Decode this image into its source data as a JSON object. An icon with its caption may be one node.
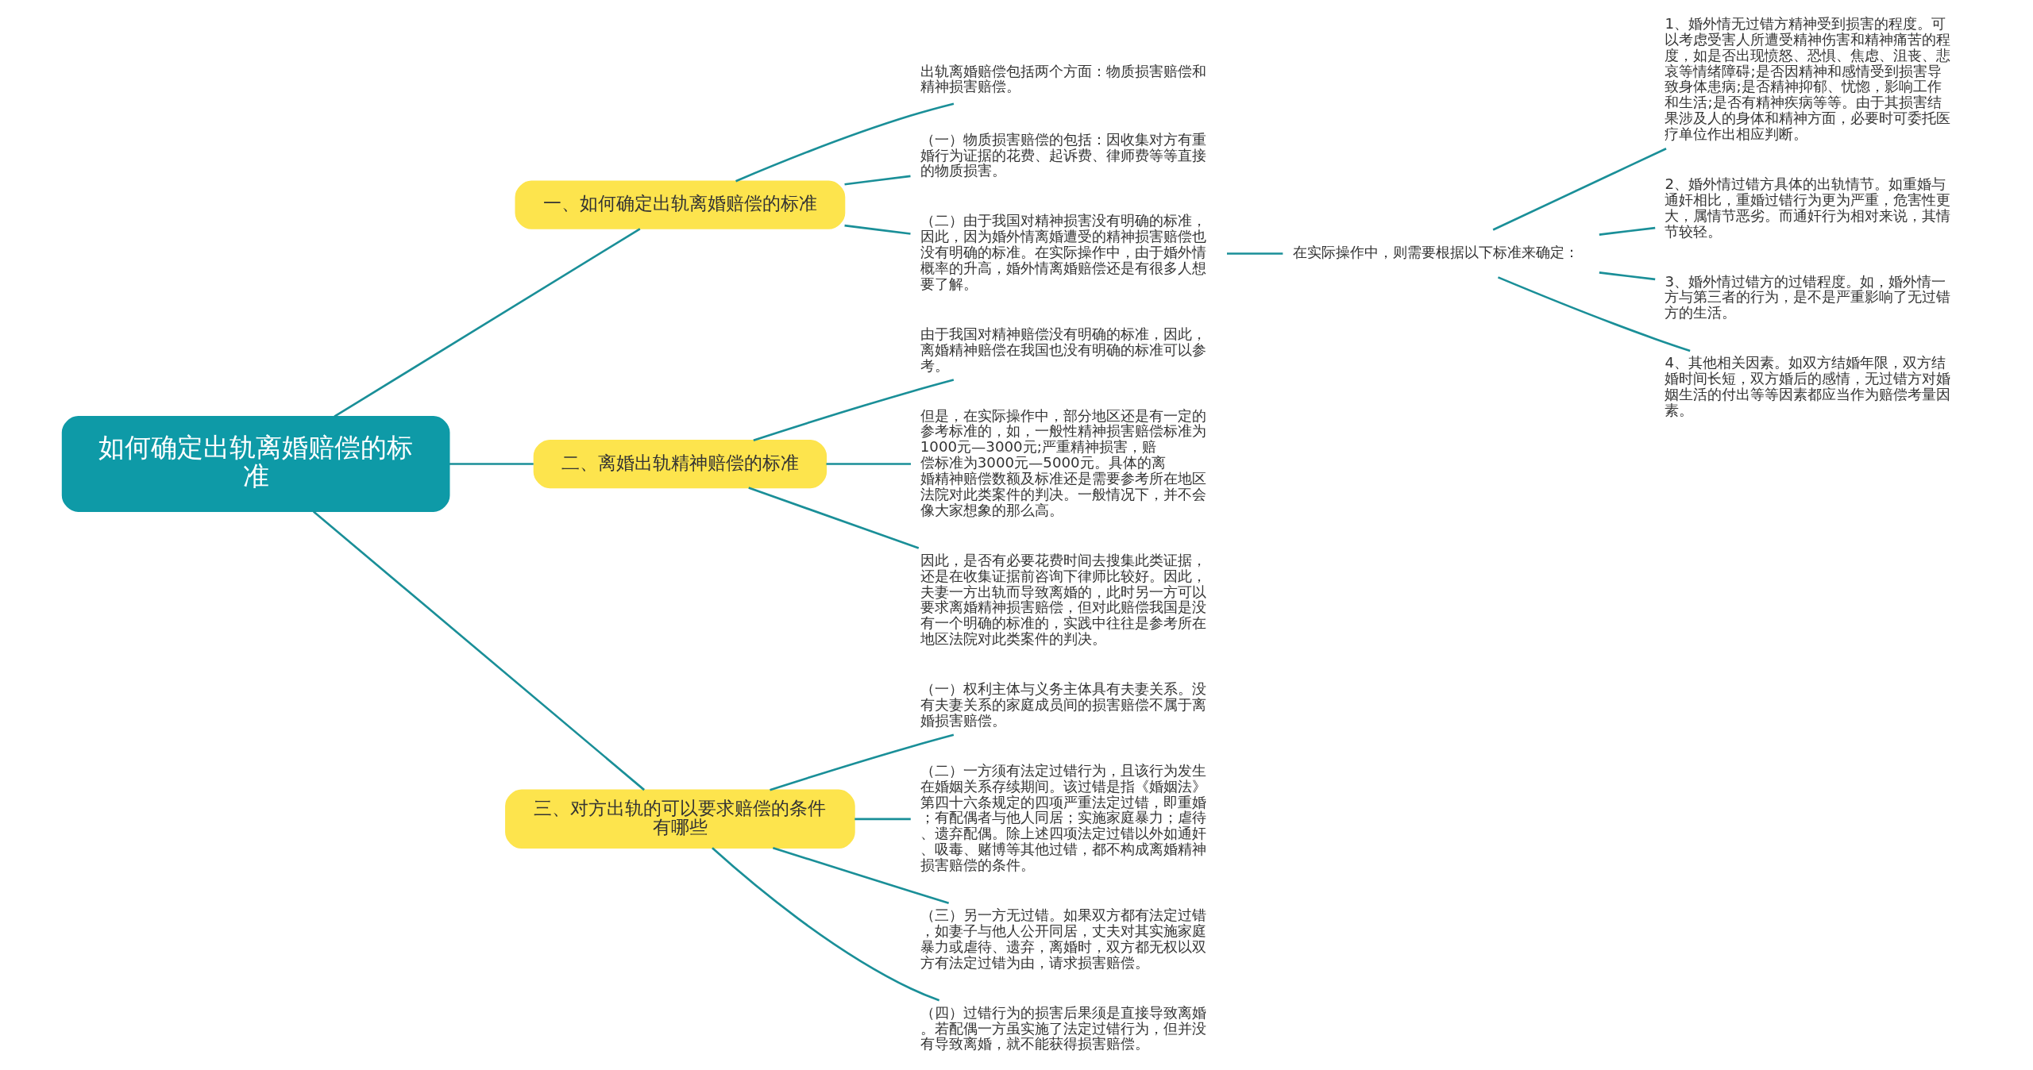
{
  "diagram": {
    "nodes": [
      {
        "text": [
          "如何确定出轨离婚赔偿的标准"
        ]
      },
      {
        "text": [
          "一、如何确定出轨离婚赔偿的标准"
        ]
      },
      {
        "text": [
          "出轨离婚赔偿包括两个方面：物质损害赔偿和精神损害赔偿。"
        ]
      },
      {
        "text": [
          "（一）物质损害赔偿的包括：因收集对方有重婚行为证据的花费、起诉费、律师费等等直接的物质损害。"
        ]
      },
      {
        "text": [
          "（二）由于我国对精神损害没有明确的标准，因此，因为婚外情离婚遭受的精神损害赔偿也没有明确的标准。在实际操作中，由于婚外情概率的升高，婚外情离婚赔偿还是有很多人想要了解。"
        ]
      },
      {
        "text": [
          "在实际操作中，则需要根据以下标准来确定："
        ]
      },
      {
        "text": [
          "1、婚外情无过错方精神受到损害的程度。可以考虑受害人所遭受精神伤害和精神痛苦的程度，如是否出现愤怒、恐惧、焦虑、沮丧、悲哀等情绪障碍;是否因精神和感情受到损害导致身体患病;是否精神抑郁、忧惚，影响工作和生活;是否有精神疾病等等。由于其损害结果涉及人的身体和精神方面，必要时可委托医疗单位作出相应判断。"
        ]
      },
      {
        "text": [
          "2、婚外情过错方具体的出轨情节。如重婚与通奸相比，重婚过错行为更为严重，危害性更大，属情节恶劣。而通奸行为相对来说，其情节较轻。"
        ]
      },
      {
        "text": [
          "3、婚外情过错方的过错程度。如，婚外情一方与第三者的行为，是不是严重影响了无过错方的生活。"
        ]
      },
      {
        "text": [
          "4、其他相关因素。如双方结婚年限，双方结婚时间长短，双方婚后的感情，无过错方对婚姻生活的付出等等因素都应当作为赔偿考量因素。"
        ]
      },
      {
        "text": [
          "二、离婚出轨精神赔偿的标准"
        ]
      },
      {
        "text": [
          "由于我国对精神赔偿没有明确的标准，因此，离婚精神赔偿在我国也没有明确的标准可以参考。"
        ]
      },
      {
        "text": [
          "但是，在实际操作中，部分地区还是有一定的参考标准的，如，一般性精神损害赔偿标准为1000元—3000元;严重精神损害，赔偿标准为3000元—5000元。具体的离婚精神赔偿数额及标准还是需要参考所在地区法院对此类案件的判决。一般情况下，并不会像大家想象的那么高。"
        ]
      },
      {
        "text": [
          "因此，是否有必要花费时间去搜集此类证据，还是在收集证据前咨询下律师比较好。因此，夫妻一方出轨而导致离婚的，此时另一方可以要求离婚精神损害赔偿，但对此赔偿我国是没有一个明确的标准的，实践中往往是参考所在地区法院对此类案件的判决。"
        ]
      },
      {
        "text": [
          "三、对方出轨的可以要求赔偿的条件有哪些"
        ]
      },
      {
        "text": [
          "（一）权利主体与义务主体具有夫妻关系。没有夫妻关系的家庭成员间的损害赔偿不属于离婚损害赔偿。"
        ]
      },
      {
        "text": [
          "（二）一方须有法定过错行为，且该行为发生在婚姻关系存续期间。该过错是指《婚姻法》第四十六条规定的四项严重法定过错，即重婚；有配偶者与他人同居；实施家庭暴力；虐待、遗弃配偶。除上述四项法定过错以外如通奸、吸毒、赌博等其他过错，都不构成离婚精神损害赔偿的条件。"
        ]
      },
      {
        "text": [
          "（三）另一方无过错。如果双方都有法定过错，如妻子与他人公开同居，丈夫对其实施家庭暴力或虐待、遗弃，离婚时，双方都无权以双方有法定过错为由，请求损害赔偿。"
        ]
      },
      {
        "text": [
          "（四）过错行为的损害后果须是直接导致离婚。若配偶一方虽实施了法定过错行为，但并没有导致离婚，就不能获得损害赔偿。"
        ]
      }
    ],
    "edges": [
      {
        "from": 0,
        "to": 1,
        "arrow": "none"
      },
      {
        "from": 1,
        "to": 2,
        "arrow": "none"
      },
      {
        "from": 1,
        "to": 3,
        "arrow": "none"
      },
      {
        "from": 1,
        "to": 4,
        "arrow": "none"
      },
      {
        "from": 4,
        "to": 5,
        "arrow": "none"
      },
      {
        "from": 5,
        "to": 6,
        "arrow": "none"
      },
      {
        "from": 5,
        "to": 7,
        "arrow": "none"
      },
      {
        "from": 5,
        "to": 8,
        "arrow": "none"
      },
      {
        "from": 5,
        "to": 9,
        "arrow": "none"
      },
      {
        "from": 0,
        "to": 10,
        "arrow": "none"
      },
      {
        "from": 10,
        "to": 11,
        "arrow": "none"
      },
      {
        "from": 10,
        "to": 12,
        "arrow": "none"
      },
      {
        "from": 10,
        "to": 13,
        "arrow": "none"
      },
      {
        "from": 0,
        "to": 14,
        "arrow": "none"
      },
      {
        "from": 14,
        "to": 15,
        "arrow": "none"
      },
      {
        "from": 14,
        "to": 16,
        "arrow": "none"
      },
      {
        "from": 14,
        "to": 17,
        "arrow": "none"
      },
      {
        "from": 14,
        "to": 18,
        "arrow": "none"
      }
    ]
  }
}
